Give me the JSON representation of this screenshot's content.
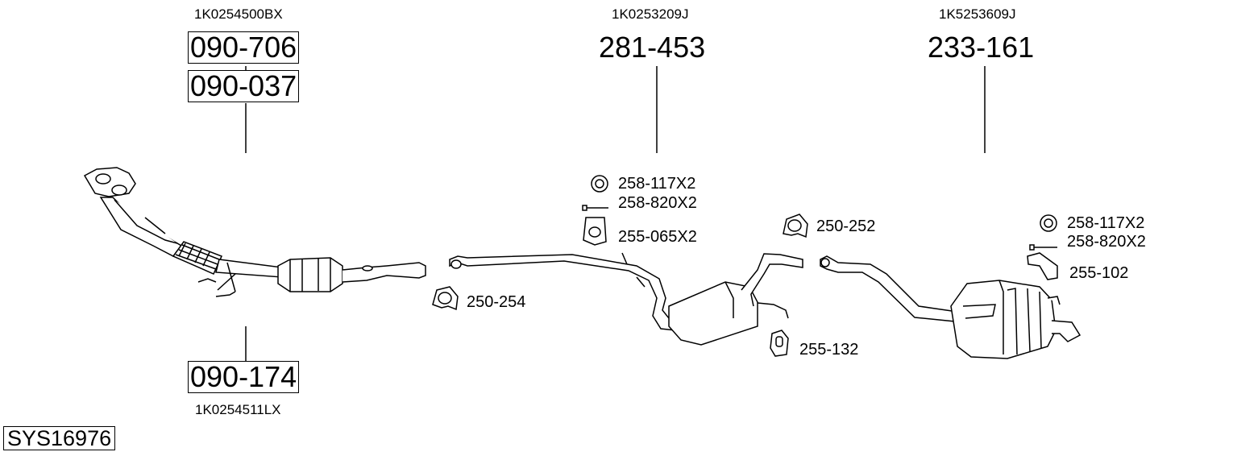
{
  "diagram": {
    "system_code": "SYS16976",
    "groups": [
      {
        "oe_number": "1K0254500BX",
        "parts": [
          "090-706",
          "090-037"
        ]
      },
      {
        "oe_number": "1K0253209J",
        "parts": [
          "281-453"
        ]
      },
      {
        "oe_number": "1K5253609J",
        "parts": [
          "233-161"
        ]
      },
      {
        "oe_number": "1K0254511LX",
        "parts": [
          "090-174"
        ]
      }
    ],
    "accessories": {
      "middle": [
        "258-117X2",
        "258-820X2",
        "255-065X2"
      ],
      "clamp_front": "250-254",
      "clamp_rear": "250-252",
      "hanger_mid": "255-132",
      "rear": [
        "258-117X2",
        "258-820X2",
        "255-102"
      ]
    }
  }
}
